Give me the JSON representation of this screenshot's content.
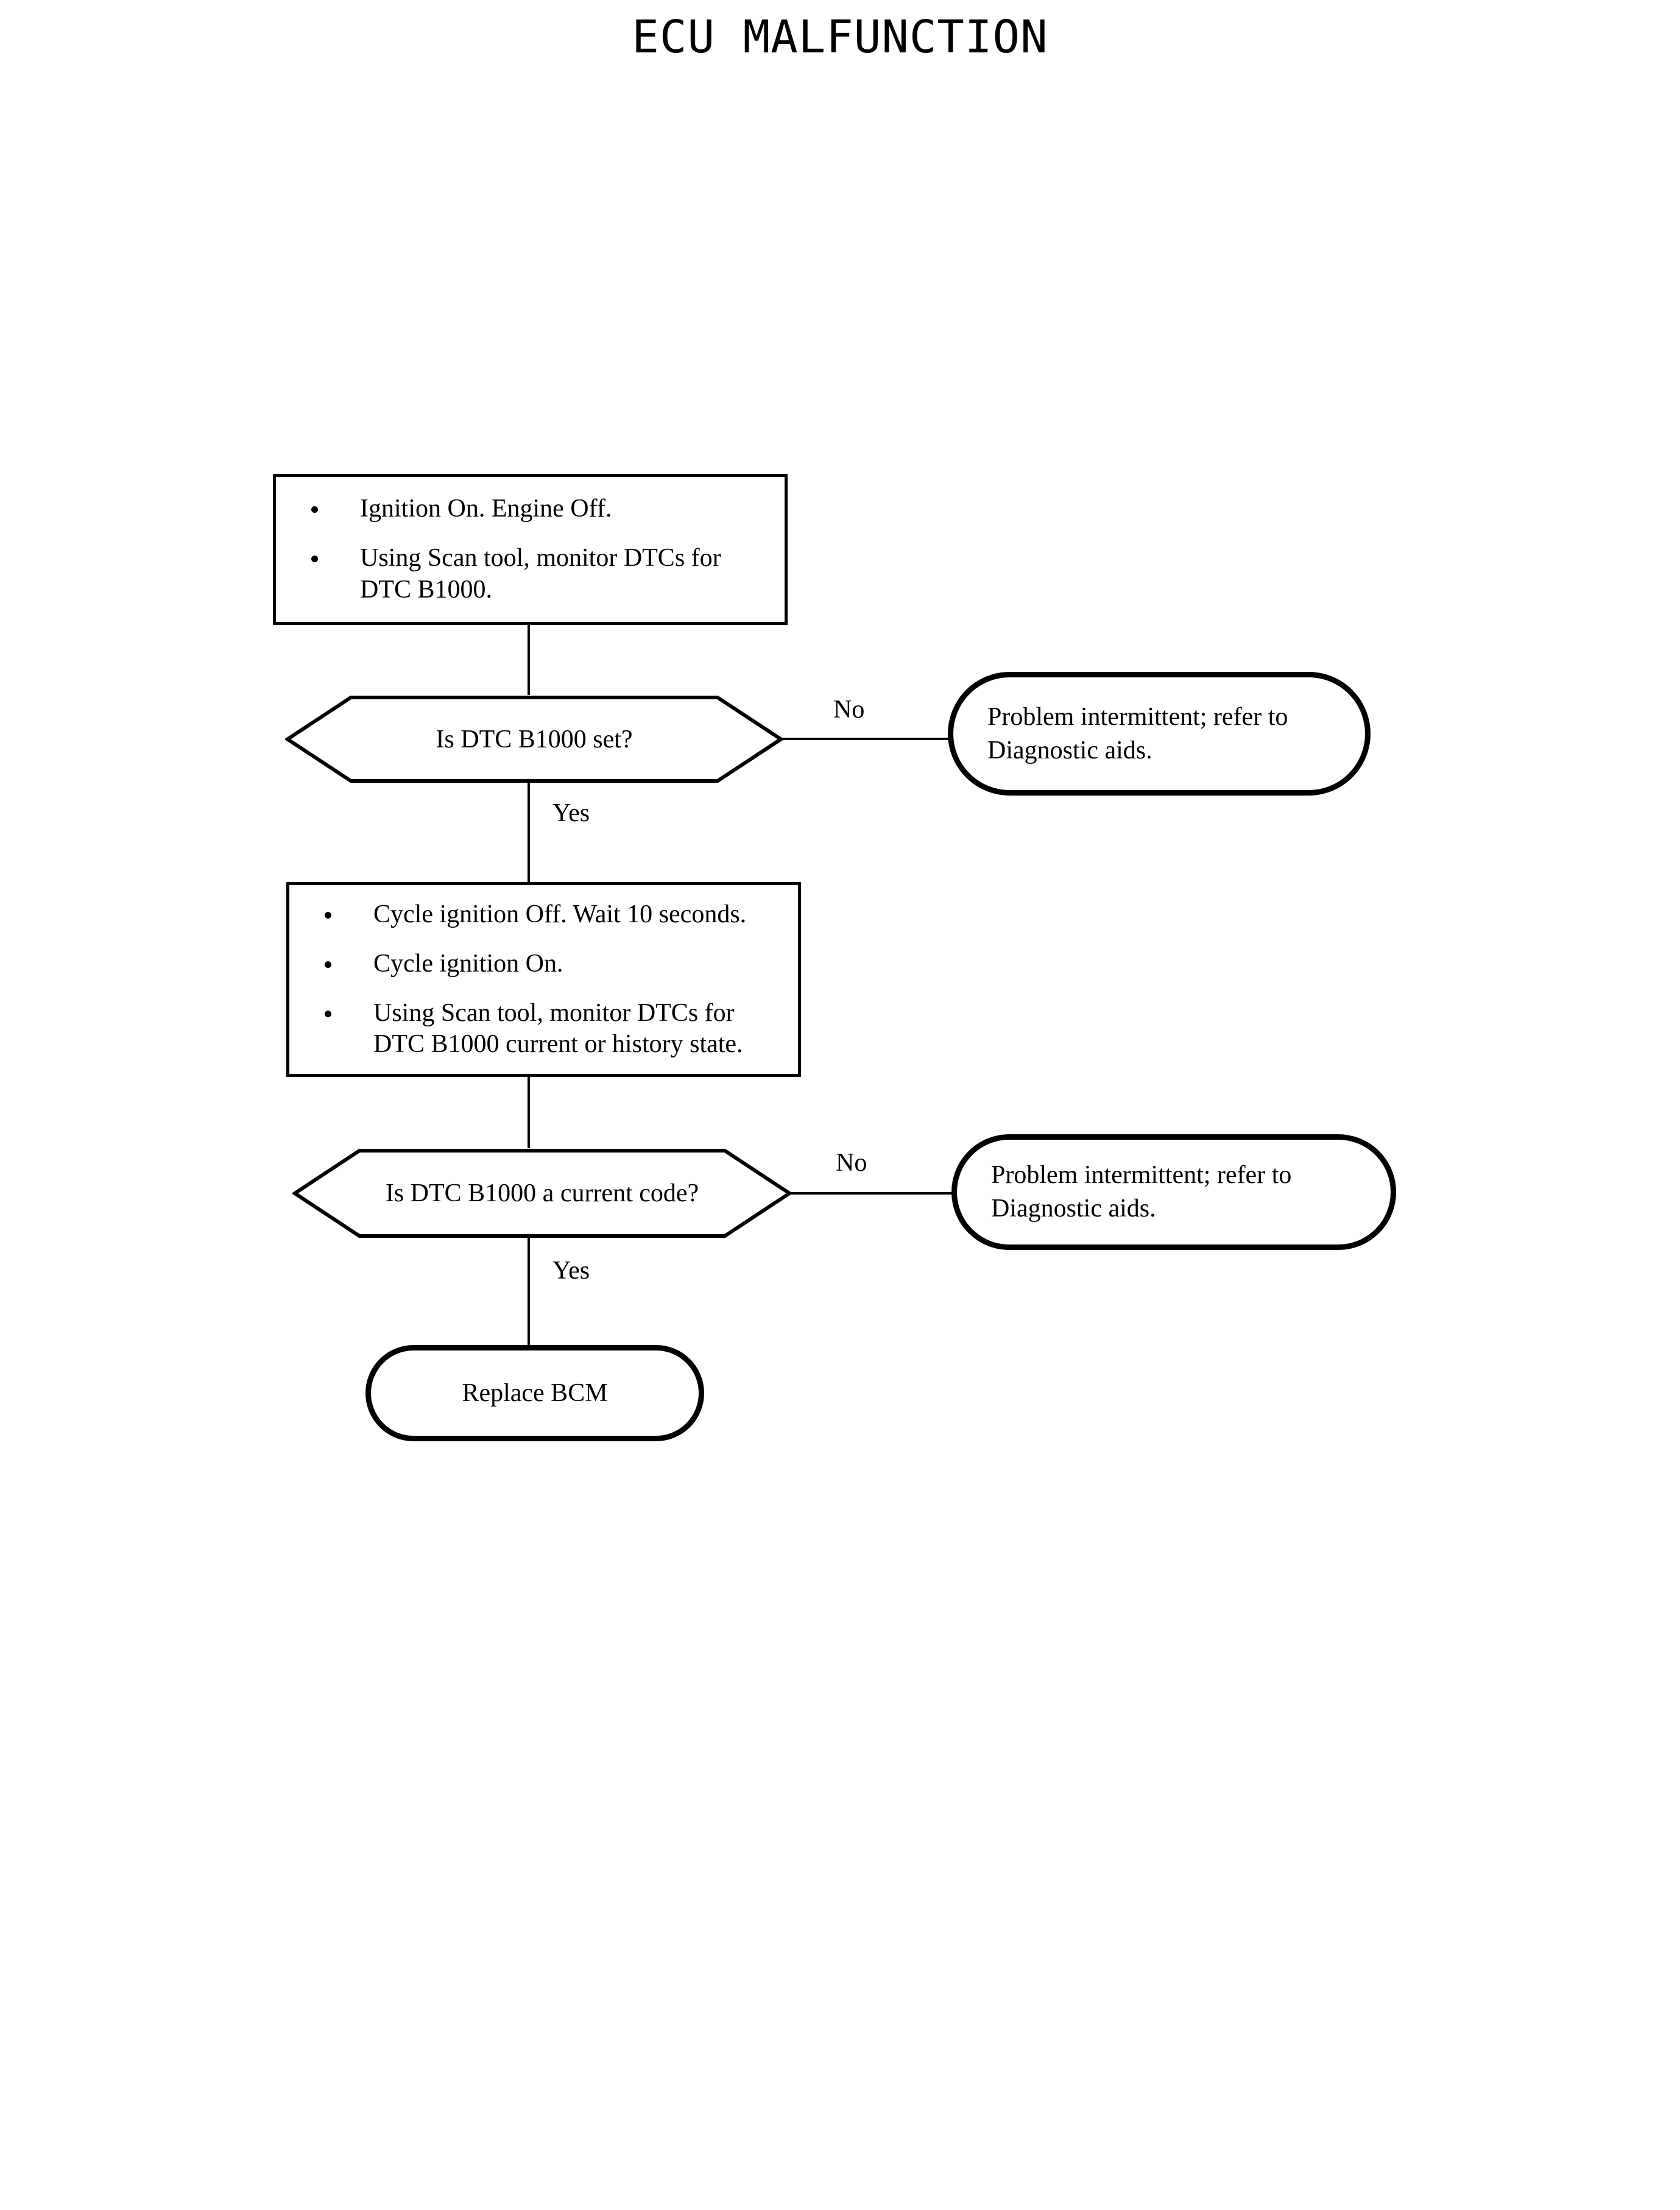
{
  "document": {
    "title": "ECU MALFUNCTION",
    "background_color": "#ffffff",
    "line_color": "#000000"
  },
  "flowchart": {
    "type": "diagnostic-flowchart",
    "nodes": [
      {
        "id": "step1",
        "shape": "process",
        "bullets": [
          "Ignition On. Engine Off.",
          "Using Scan tool, monitor DTCs for DTC B1000."
        ]
      },
      {
        "id": "decision1",
        "shape": "decision",
        "label": "Is DTC B1000 set?"
      },
      {
        "id": "terminator1",
        "shape": "terminator",
        "lines": [
          "Problem intermittent; refer to",
          "Diagnostic aids."
        ]
      },
      {
        "id": "step2",
        "shape": "process",
        "bullets": [
          "Cycle ignition Off. Wait 10 seconds.",
          "Cycle ignition On.",
          "Using Scan tool, monitor DTCs for DTC B1000 current or history state."
        ]
      },
      {
        "id": "decision2",
        "shape": "decision",
        "label": "Is DTC B1000 a current code?"
      },
      {
        "id": "terminator2",
        "shape": "terminator",
        "lines": [
          "Problem intermittent; refer to",
          "Diagnostic aids."
        ]
      },
      {
        "id": "terminator3",
        "shape": "terminator",
        "lines": [
          "Replace BCM"
        ]
      }
    ],
    "edges": [
      {
        "from": "step1",
        "to": "decision1",
        "label": ""
      },
      {
        "from": "decision1",
        "to": "terminator1",
        "label": "No"
      },
      {
        "from": "decision1",
        "to": "step2",
        "label": "Yes"
      },
      {
        "from": "step2",
        "to": "decision2",
        "label": ""
      },
      {
        "from": "decision2",
        "to": "terminator2",
        "label": "No"
      },
      {
        "from": "decision2",
        "to": "terminator3",
        "label": "Yes"
      }
    ],
    "labels": {
      "no_1": "No",
      "yes_1": "Yes",
      "no_2": "No",
      "yes_2": "Yes"
    }
  }
}
